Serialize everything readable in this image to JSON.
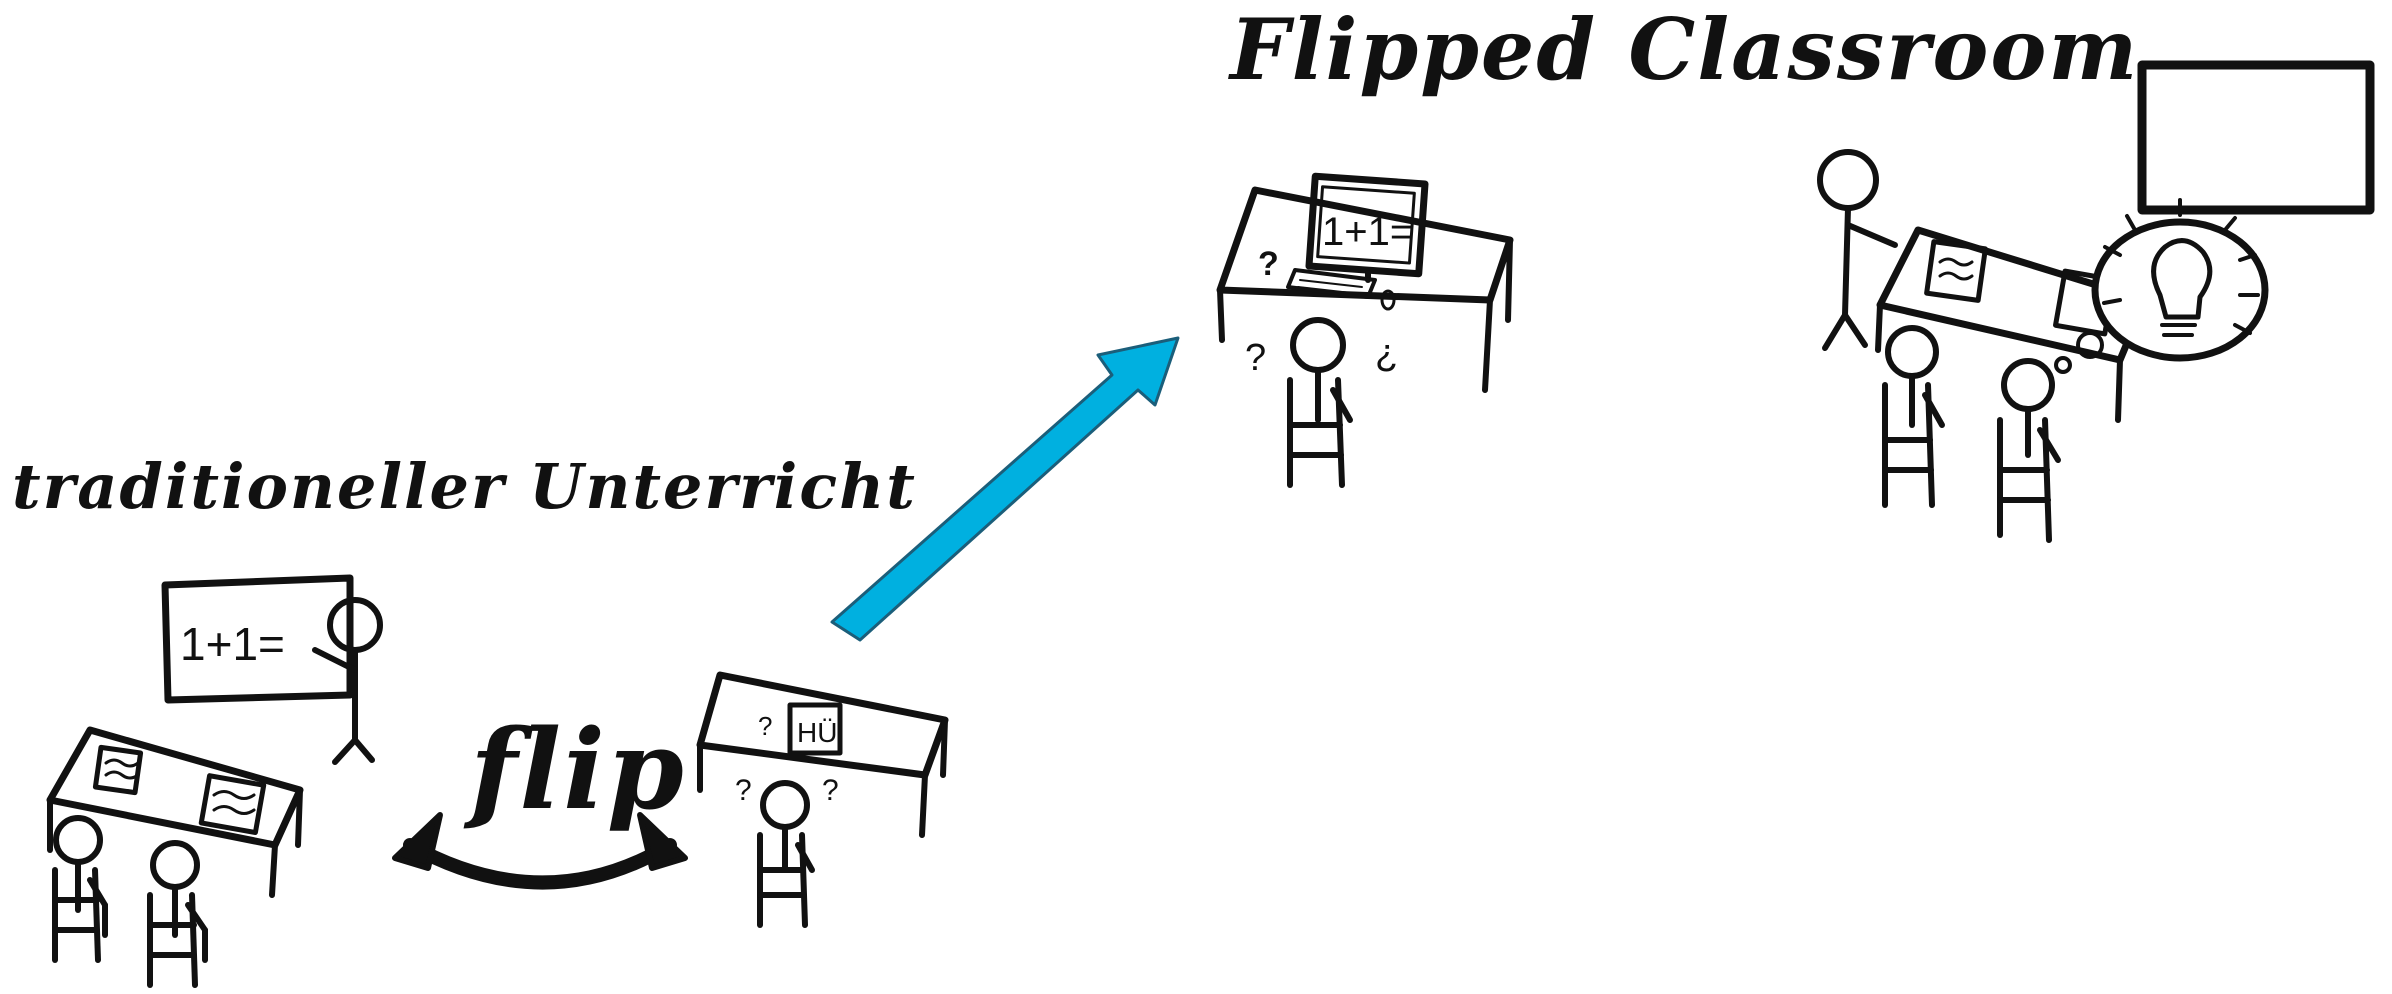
{
  "titles": {
    "flipped_classroom": "Flipped Classroom",
    "traditional": "traditioneller Unterricht",
    "flip": "flip"
  },
  "board_text": "1+1=",
  "monitor_text": "1+1=",
  "homework_text": "HÜ",
  "question_mark": "?",
  "inverted_question_mark": "¿",
  "colors": {
    "ink": "#111111",
    "arrow_fill": "#00b0e0",
    "arrow_stroke": "#1b5e7a",
    "background": "#ffffff"
  },
  "icons": [
    "blackboard-icon",
    "stick-figure-icon",
    "desk-icon",
    "chair-icon",
    "computer-icon",
    "keyboard-icon",
    "mouse-icon",
    "lightbulb-icon",
    "arrow-icon"
  ]
}
